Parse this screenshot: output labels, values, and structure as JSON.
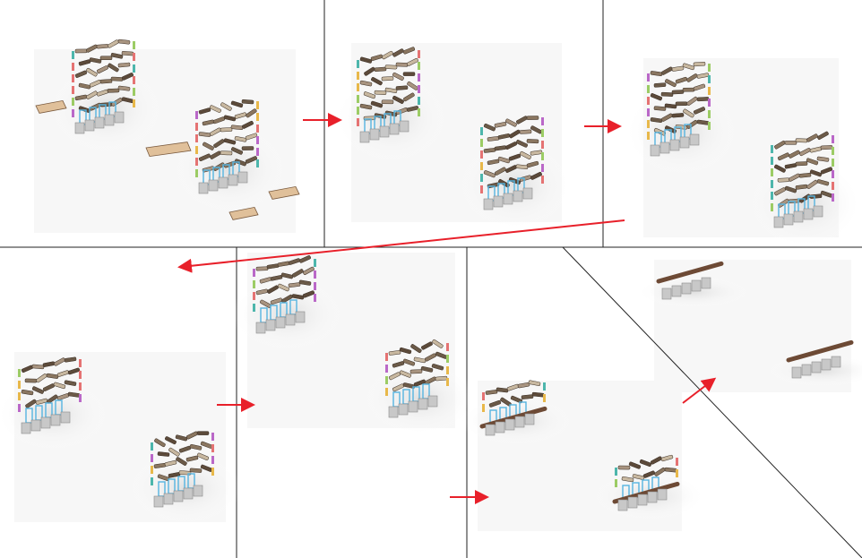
{
  "figure": {
    "description_text": "",
    "panels": [
      {
        "id": "step-1",
        "content": [
          "wall-large",
          "wall-large",
          "plank",
          "plank",
          "plank",
          "plank"
        ]
      },
      {
        "id": "step-2",
        "content": [
          "wall-large",
          "wall-large"
        ]
      },
      {
        "id": "step-3",
        "content": [
          "wall-large",
          "wall-large"
        ]
      },
      {
        "id": "step-4",
        "content": [
          "wall-medium",
          "wall-medium"
        ]
      },
      {
        "id": "step-5",
        "content": [
          "wall-medium",
          "wall-medium"
        ]
      },
      {
        "id": "step-6",
        "content": [
          "wall-low",
          "wall-low"
        ]
      },
      {
        "id": "step-7",
        "content": [
          "rail-only",
          "rail-only"
        ]
      }
    ],
    "arrow_color": "#e8202a",
    "divider_color": "#222222",
    "block_colors": [
      "#6b5a48",
      "#8a7660",
      "#a89480",
      "#5c4a3a",
      "#c8b8a0"
    ],
    "accent_colors": [
      "#e8b84a",
      "#9ccc65",
      "#e57373",
      "#ba68c8",
      "#4db6ac"
    ],
    "support_color": "#56b4e0",
    "base_color": "#c8c8c8",
    "plank_color": "#e0c09a",
    "rail_color": "#6d4a35"
  }
}
